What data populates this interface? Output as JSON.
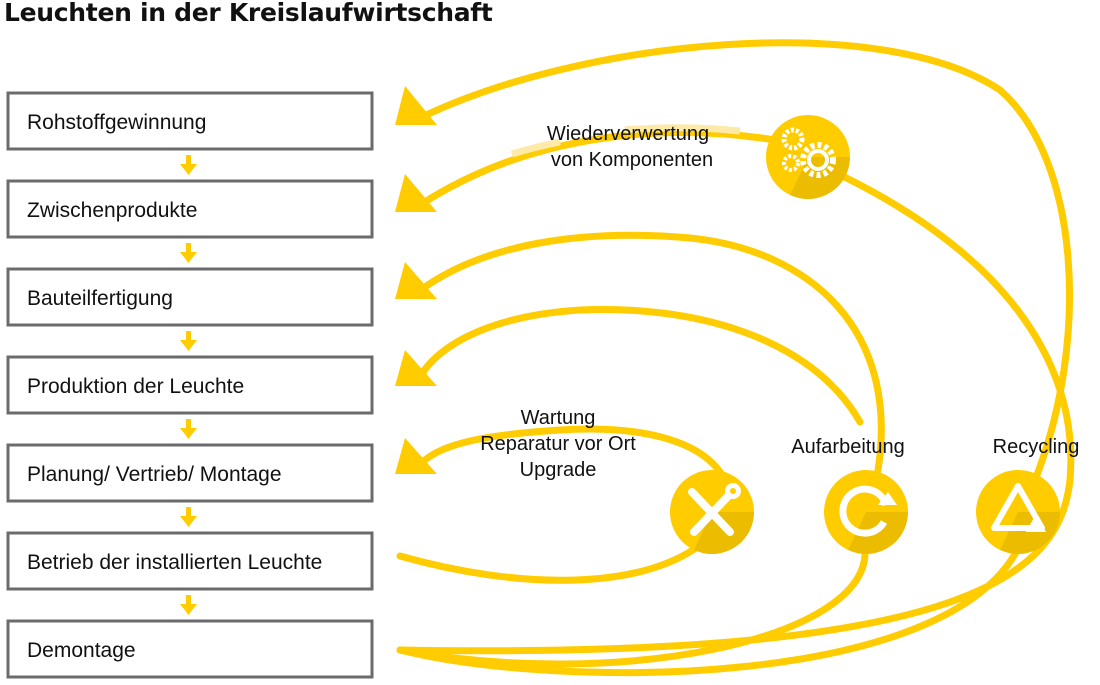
{
  "title": "Leuchten in der Kreislaufwirtschaft",
  "colors": {
    "accent": "#FFCC00",
    "accent_light": "#FDE9A8",
    "box_border": "#6b6b6b",
    "text": "#111111"
  },
  "stages": [
    "Rohstoffgewinnung",
    "Zwischenprodukte",
    "Bauteilfertigung",
    "Produktion der Leuchte",
    "Planung/ Vertrieb/ Montage",
    "Betrieb der installierten Leuchte",
    "Demontage"
  ],
  "loops": {
    "wartung": {
      "lines": [
        "Wartung",
        "Reparatur vor Ort",
        "Upgrade"
      ],
      "icon": "tools-icon"
    },
    "aufarbeitung": {
      "label": "Aufarbeitung",
      "icon": "refresh-icon"
    },
    "recycling": {
      "label": "Recycling",
      "icon": "recycle-icon"
    },
    "wiederverwertung": {
      "lines": [
        "Wiederverwertung",
        "von Komponenten"
      ],
      "icon": "gears-icon"
    }
  }
}
